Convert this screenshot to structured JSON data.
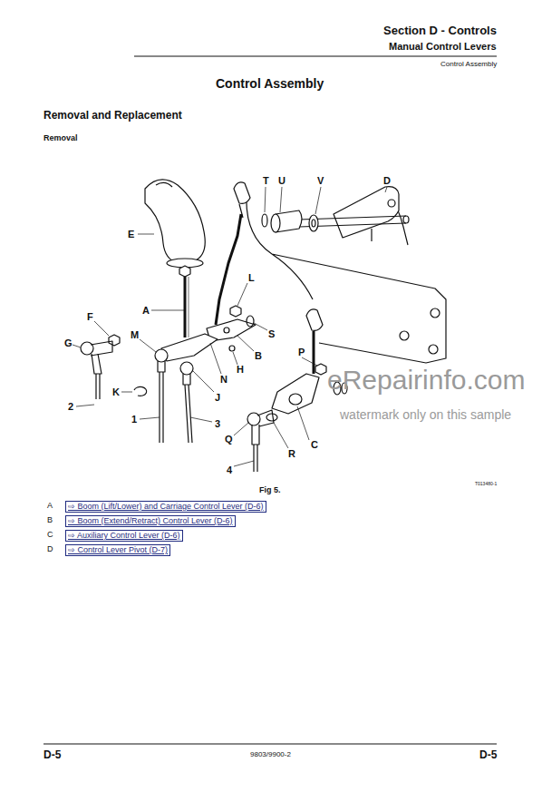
{
  "diagram": {
    "title": "Control Assembly",
    "caption": "Fig 5.",
    "nodes": [
      {
        "text": [
          "⇨ Boom (Lift/Lower) and Carriage Control Lever (D-6)"
        ]
      },
      {
        "text": [
          "⇨ Boom (Extend/Retract) Control Lever (D-6)"
        ]
      },
      {
        "text": [
          "⇨ Auxiliary Control Lever (D-6)"
        ]
      },
      {
        "text": [
          "⇨ Control Lever Pivot (D-7)"
        ]
      }
    ],
    "labels": [
      "Section D - Controls",
      "Manual Control Levers",
      "Control Assembly",
      "Removal and Replacement",
      "Removal",
      "T",
      "U",
      "V",
      "D",
      "E",
      "A",
      "L",
      "F",
      "G",
      "M",
      "S",
      "B",
      "H",
      "N",
      "K",
      "J",
      "P",
      "2",
      "1",
      "3",
      "Q",
      "C",
      "R",
      "4",
      "T013480-1",
      "A",
      "B",
      "C",
      "D",
      "D-5",
      "9803/9900-2",
      "D-5",
      "eRepairinfo.com",
      "watermark only on this sample"
    ]
  }
}
